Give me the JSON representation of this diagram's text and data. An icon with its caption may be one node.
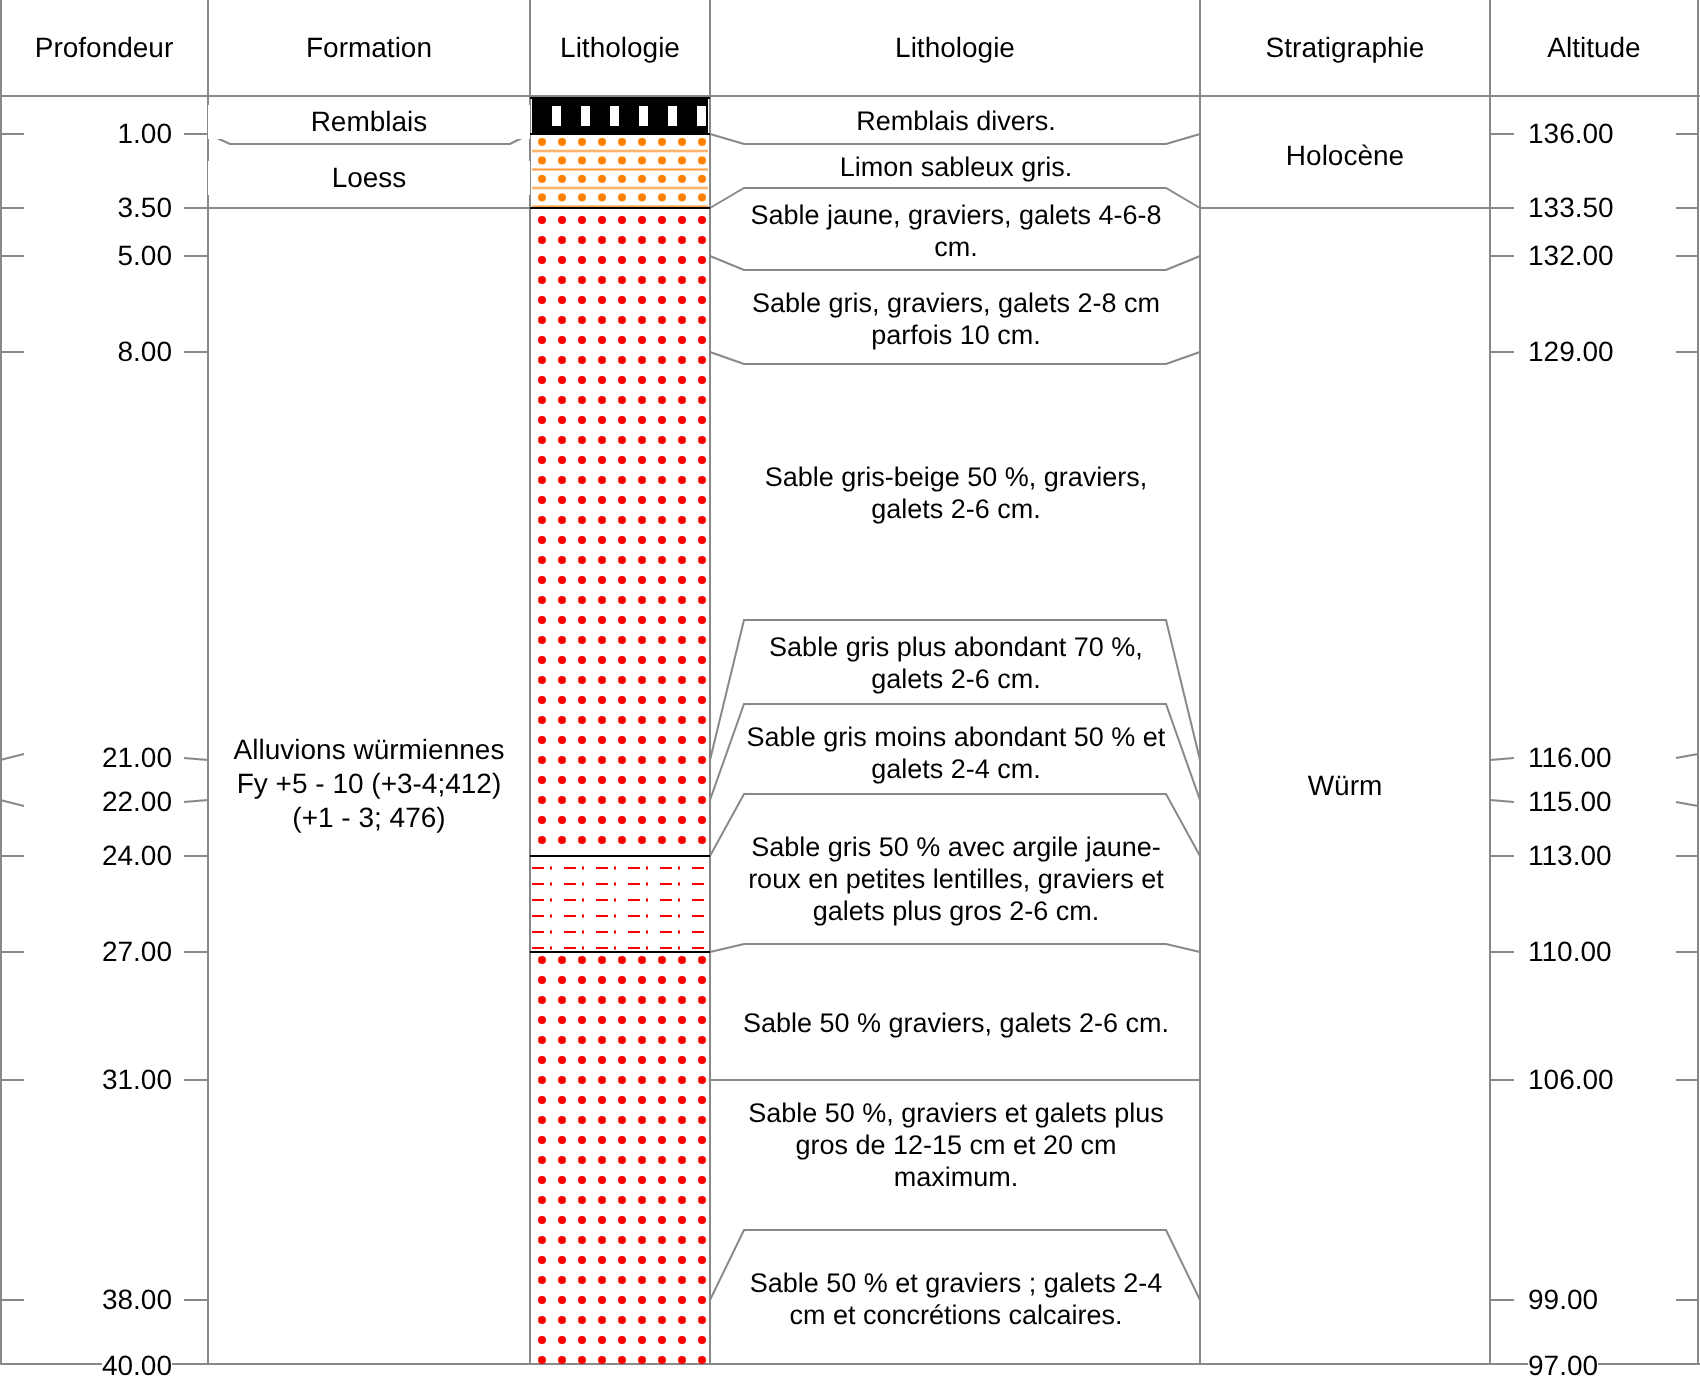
{
  "diagram": {
    "labels": [
      "Profondeur",
      "Formation",
      "Lithologie",
      "Lithologie",
      "Stratigraphie",
      "Altitude",
      "1.00",
      "3.50",
      "5.00",
      "8.00",
      "21.00",
      "22.00",
      "24.00",
      "27.00",
      "31.00",
      "38.00",
      "40.00",
      "Remblais",
      "Loess",
      "Alluvions würmiennes Fy +5 - 10 (+3-4;412) (+1 - 3; 476)",
      "Remblais divers.",
      "Limon sableux gris.",
      "Sable jaune, graviers, galets 4-6-8 cm.",
      "Sable gris, graviers, galets 2-8 cm parfois 10 cm.",
      "Sable gris-beige 50 %, graviers, galets 2-6 cm.",
      "Sable gris plus abondant 70 %, galets 2-6 cm.",
      "Sable gris moins abondant 50 % et galets 2-4 cm.",
      "Sable gris 50 % avec argile jaune-roux en petites lentilles, graviers et galets plus gros 2-6 cm.",
      "Sable 50 % graviers, galets 2-6 cm.",
      "Sable 50 %, graviers et galets plus gros de 12-15 cm et 20 cm maximum.",
      "Sable 50 % et graviers ; galets 2-4 cm et concrétions calcaires.",
      "Holocène",
      "Würm",
      "136.00",
      "133.50",
      "132.00",
      "129.00",
      "116.00",
      "115.00",
      "113.00",
      "110.00",
      "106.00",
      "99.00",
      "97.00"
    ]
  }
}
